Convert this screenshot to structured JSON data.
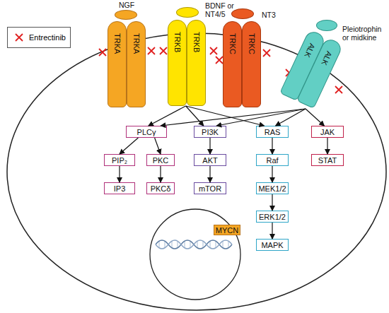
{
  "diagram": {
    "nodes": [
      {
        "text": [
          "NGF"
        ]
      },
      {
        "text": [
          "TRKA"
        ]
      },
      {
        "text": [
          "TRKA"
        ]
      },
      {
        "text": [
          "BDNF or NT4/5"
        ]
      },
      {
        "text": [
          "TRKB"
        ]
      },
      {
        "text": [
          "TRKB"
        ]
      },
      {
        "text": [
          "NT3"
        ]
      },
      {
        "text": [
          "TRKC"
        ]
      },
      {
        "text": [
          "TRKC"
        ]
      },
      {
        "text": [
          "Pleiotrophin or midkine"
        ]
      },
      {
        "text": [
          "ALK"
        ]
      },
      {
        "text": [
          "ALK"
        ]
      },
      {
        "text": [
          "PLCγ"
        ]
      },
      {
        "text": [
          "PI3K"
        ]
      },
      {
        "text": [
          "RAS"
        ]
      },
      {
        "text": [
          "JAK"
        ]
      },
      {
        "text": [
          "PIP₂"
        ]
      },
      {
        "text": [
          "PKC"
        ]
      },
      {
        "text": [
          "AKT"
        ]
      },
      {
        "text": [
          "Raf"
        ]
      },
      {
        "text": [
          "STAT"
        ]
      },
      {
        "text": [
          "IP3"
        ]
      },
      {
        "text": [
          "PKCδ"
        ]
      },
      {
        "text": [
          "mTOR"
        ]
      },
      {
        "text": [
          "MEK1/2"
        ]
      },
      {
        "text": [
          "ERK1/2"
        ]
      },
      {
        "text": [
          "MYCN"
        ]
      },
      {
        "text": [
          "MAPK"
        ]
      }
    ],
    "edges": [
      {
        "from": 4,
        "to": 12,
        "arrow": "to"
      },
      {
        "from": 4,
        "to": 13,
        "arrow": "to"
      },
      {
        "from": 4,
        "to": 14,
        "arrow": "to"
      },
      {
        "from": 11,
        "to": 12,
        "arrow": "to"
      },
      {
        "from": 11,
        "to": 13,
        "arrow": "to"
      },
      {
        "from": 11,
        "to": 14,
        "arrow": "to"
      },
      {
        "from": 11,
        "to": 15,
        "arrow": "to"
      },
      {
        "from": 12,
        "to": 16,
        "arrow": "to"
      },
      {
        "from": 12,
        "to": 17,
        "arrow": "to"
      },
      {
        "from": 16,
        "to": 21,
        "arrow": "to"
      },
      {
        "from": 17,
        "to": 22,
        "arrow": "to"
      },
      {
        "from": 13,
        "to": 18,
        "arrow": "to"
      },
      {
        "from": 18,
        "to": 23,
        "arrow": "to"
      },
      {
        "from": 14,
        "to": 19,
        "arrow": "to"
      },
      {
        "from": 19,
        "to": 24,
        "arrow": "to"
      },
      {
        "from": 24,
        "to": 25,
        "arrow": "to"
      },
      {
        "from": 25,
        "to": 27,
        "arrow": "to"
      },
      {
        "from": 15,
        "to": 20,
        "arrow": "to"
      }
    ],
    "legend": [
      {
        "text": "Entrectinib"
      }
    ]
  }
}
